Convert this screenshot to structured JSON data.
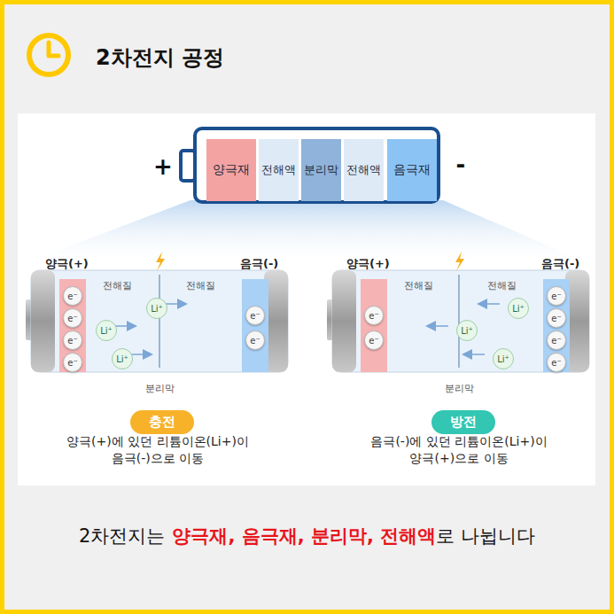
{
  "diagram": {
    "title": "2차전지 공정",
    "nodes": [
      {
        "text": [
          "양극재"
        ]
      },
      {
        "text": [
          "전해액"
        ]
      },
      {
        "text": [
          "분리막"
        ]
      },
      {
        "text": [
          "전해액"
        ]
      },
      {
        "text": [
          "음극재"
        ]
      },
      {
        "text": [
          "양극(+)"
        ]
      },
      {
        "text": [
          "e⁻"
        ],
        "in": 5
      },
      {
        "text": [
          "e⁻"
        ],
        "in": 5
      },
      {
        "text": [
          "e⁻"
        ],
        "in": 5
      },
      {
        "text": [
          "e⁻"
        ],
        "in": 5
      },
      {
        "text": [
          "음극(-)"
        ]
      },
      {
        "text": [
          "e⁻"
        ],
        "in": 10
      },
      {
        "text": [
          "e⁻"
        ],
        "in": 10
      },
      {
        "text": [
          "Li⁺"
        ]
      },
      {
        "text": [
          "Li⁺"
        ]
      },
      {
        "text": [
          "Li⁺"
        ]
      },
      {
        "text": [
          "충전"
        ]
      },
      {
        "text": [
          "양극(+)"
        ]
      },
      {
        "text": [
          "e⁻"
        ],
        "in": 17
      },
      {
        "text": [
          "e⁻"
        ],
        "in": 17
      },
      {
        "text": [
          "음극(-)"
        ]
      },
      {
        "text": [
          "e⁻"
        ],
        "in": 20
      },
      {
        "text": [
          "e⁻"
        ],
        "in": 20
      },
      {
        "text": [
          "e⁻"
        ],
        "in": 20
      },
      {
        "text": [
          "e⁻"
        ],
        "in": 20
      },
      {
        "text": [
          "Li⁺"
        ]
      },
      {
        "text": [
          "Li⁺"
        ]
      },
      {
        "text": [
          "Li⁺"
        ]
      },
      {
        "text": [
          "방전"
        ]
      }
    ],
    "labels": [
      "+",
      "-",
      "전해질",
      "전해질",
      "분리막",
      "양극(+)에 있던 리튬이온(Li+)이 음극(-)으로 이동",
      "전해질",
      "전해질",
      "분리막",
      "음극(-)에 있던 리튬이온(Li+)이 양극(+)으로 이동",
      "2차전지는",
      "양극재, 음극재, 분리막, 전해액",
      "로 나뉩니다"
    ]
  }
}
